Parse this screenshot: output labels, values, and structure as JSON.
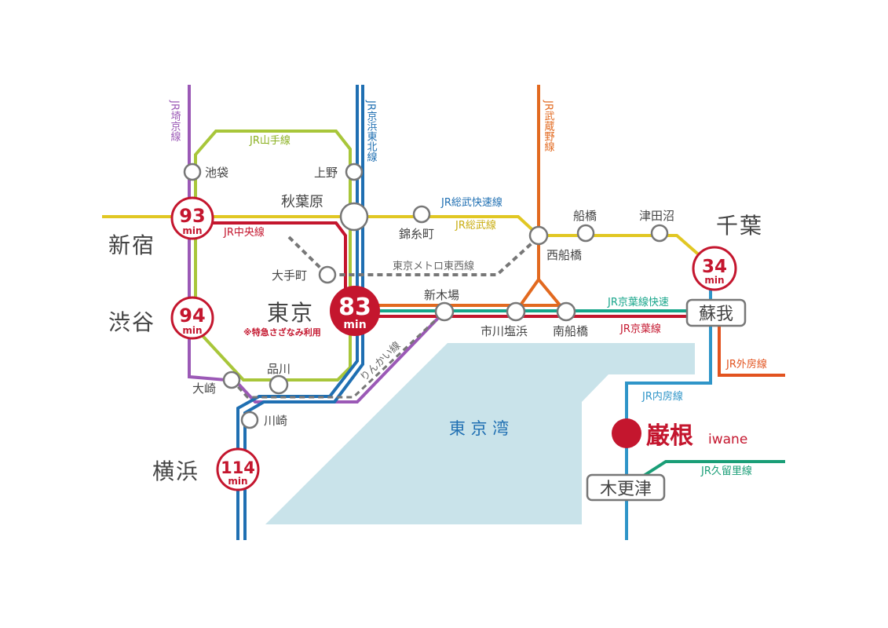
{
  "colors": {
    "yamanote": "#a8c63a",
    "saikyo": "#9b59b6",
    "keihin": "#1f6fb2",
    "chuo": "#c4162e",
    "sobu": "#e1c723",
    "musashino": "#e2691f",
    "keiyo_rapid": "#17a58a",
    "keiyo": "#c4162e",
    "uchibo": "#2f95c8",
    "kururi": "#1a9e77",
    "sotobo": "#e2531f",
    "metro": "#777777",
    "rinkai": "#777777",
    "bay": "#c9e3ea",
    "accent": "#c4162e"
  },
  "lines": {
    "saikyo": "JR埼京線",
    "keihin": "JR京浜東北線",
    "musashino": "JR武蔵野線",
    "yamanote": "JR山手線",
    "chuo": "JR中央線",
    "sobu_rapid": "JR総武快速線",
    "sobu": "JR総武線",
    "metro": "東京メトロ東西線",
    "keiyo_rapid": "JR京葉線快速",
    "keiyo": "JR京葉線",
    "sotobo": "JR外房線",
    "uchibo": "JR内房線",
    "kururi": "JR久留里線",
    "rinkai": "りんかい線"
  },
  "stations": {
    "ikebukuro": "池袋",
    "ueno": "上野",
    "akihabara": "秋葉原",
    "kinshicho": "錦糸町",
    "nishifunabashi": "西船橋",
    "funabashi": "船橋",
    "tsudanuma": "津田沼",
    "otemachi": "大手町",
    "shinkiba": "新木場",
    "ichikawashiohama": "市川塩浜",
    "minamifunabashi": "南船橋",
    "shinagawa": "品川",
    "osaki": "大崎",
    "kawasaki": "川崎"
  },
  "hubs": {
    "shinjuku": {
      "name": "新宿",
      "minutes": "93",
      "unit": "min"
    },
    "shibuya": {
      "name": "渋谷",
      "minutes": "94",
      "unit": "min"
    },
    "tokyo": {
      "name": "東京",
      "minutes": "83",
      "unit": "min",
      "note": "※特急さざなみ利用"
    },
    "yokohama": {
      "name": "横浜",
      "minutes": "114",
      "unit": "min"
    },
    "chiba": {
      "name": "千葉",
      "minutes": "34",
      "unit": "min"
    }
  },
  "boxes": {
    "soga": "蘇我",
    "kisarazu": "木更津"
  },
  "destination": {
    "name": "巌根",
    "romaji": "iwane"
  },
  "bay_label": "東 京 湾"
}
